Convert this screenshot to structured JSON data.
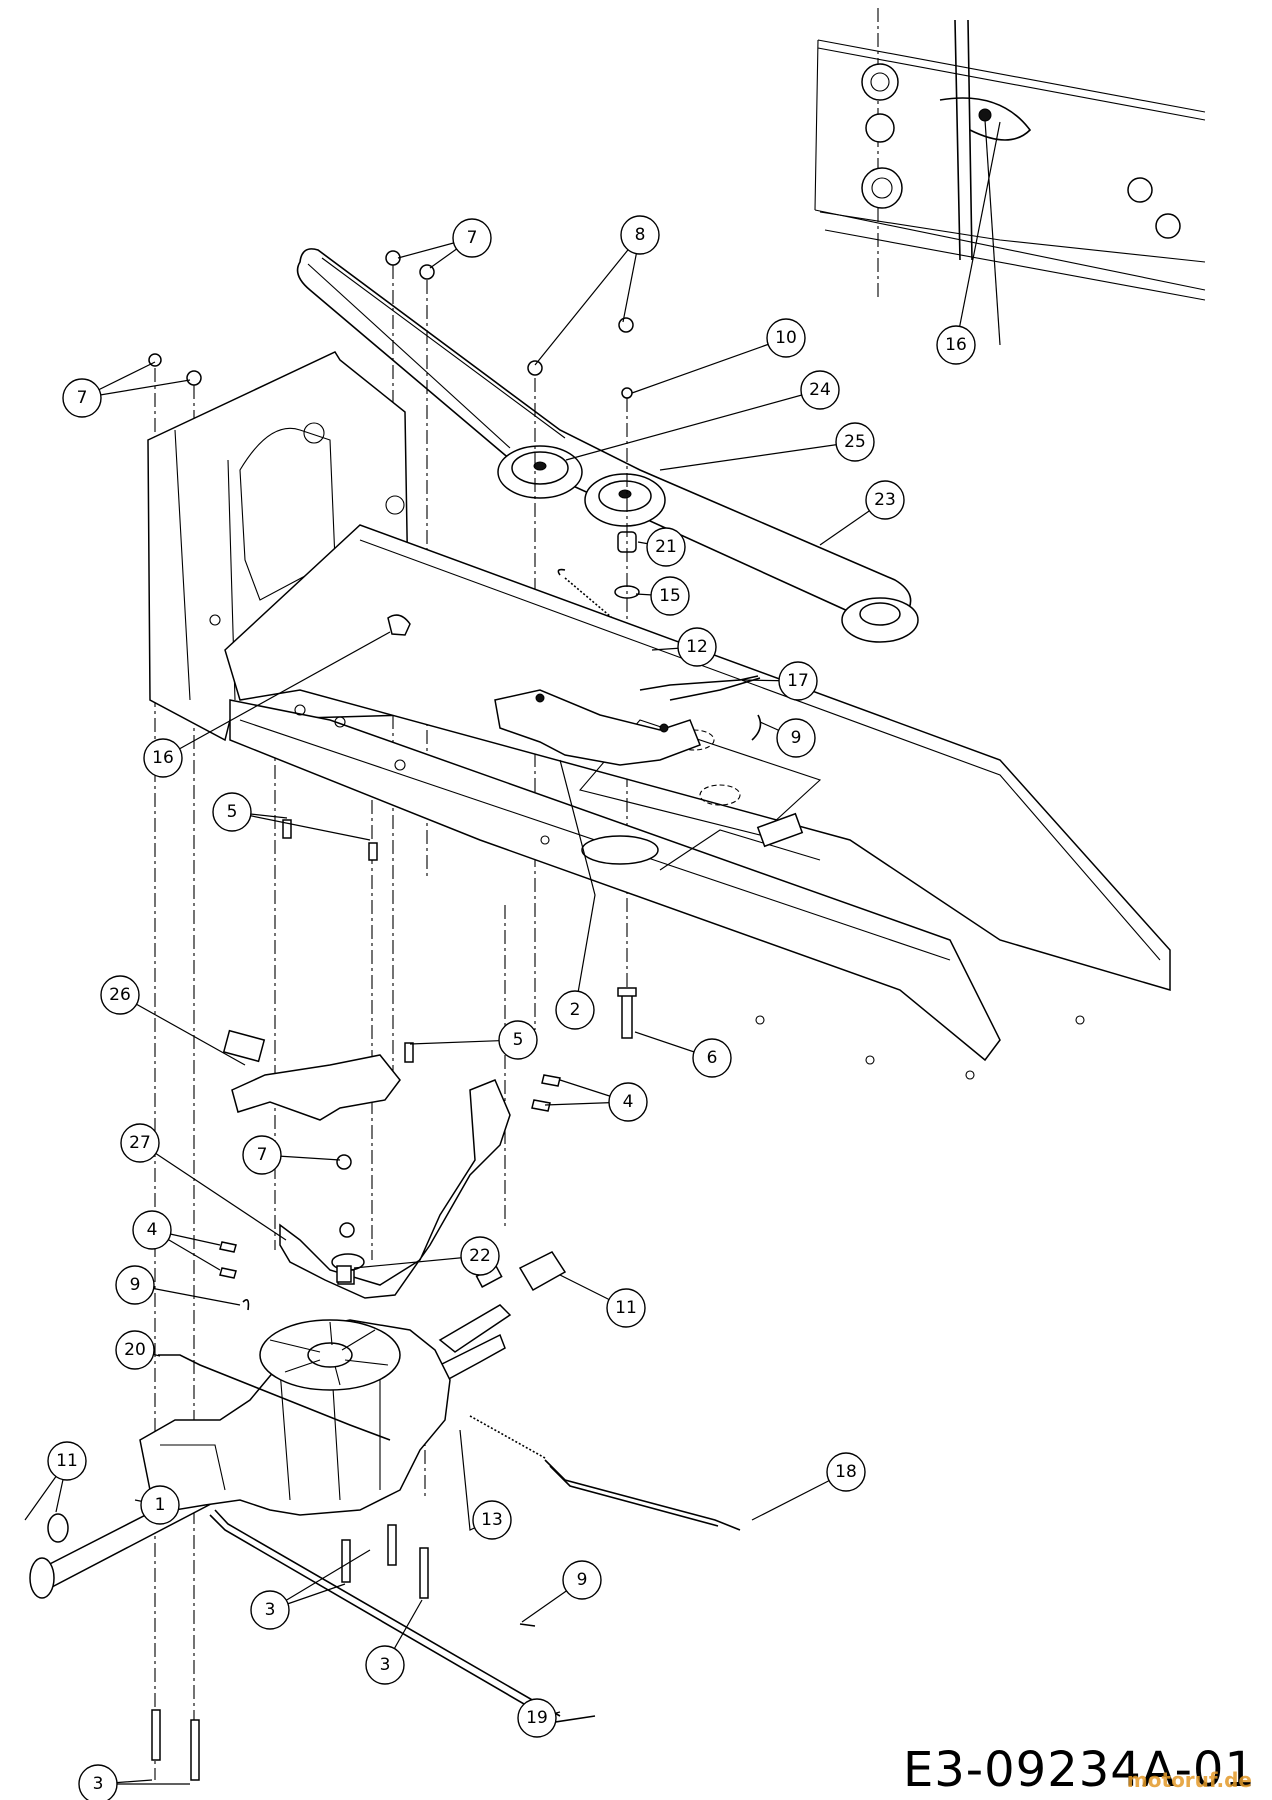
{
  "diagram": {
    "drawing_code": "E3-09234A-01",
    "watermark": "motoruf.de"
  },
  "callouts": [
    {
      "label": "1"
    },
    {
      "label": "2"
    },
    {
      "label": "3"
    },
    {
      "label": "3"
    },
    {
      "label": "3"
    },
    {
      "label": "4"
    },
    {
      "label": "4"
    },
    {
      "label": "5"
    },
    {
      "label": "5"
    },
    {
      "label": "6"
    },
    {
      "label": "7"
    },
    {
      "label": "7"
    },
    {
      "label": "7"
    },
    {
      "label": "8"
    },
    {
      "label": "9"
    },
    {
      "label": "9"
    },
    {
      "label": "9"
    },
    {
      "label": "10"
    },
    {
      "label": "11"
    },
    {
      "label": "11"
    },
    {
      "label": "12"
    },
    {
      "label": "13"
    },
    {
      "label": "15"
    },
    {
      "label": "16"
    },
    {
      "label": "16"
    },
    {
      "label": "17"
    },
    {
      "label": "18"
    },
    {
      "label": "19"
    },
    {
      "label": "20"
    },
    {
      "label": "21"
    },
    {
      "label": "22"
    },
    {
      "label": "23"
    },
    {
      "label": "24"
    },
    {
      "label": "25"
    },
    {
      "label": "26"
    },
    {
      "label": "27"
    }
  ]
}
